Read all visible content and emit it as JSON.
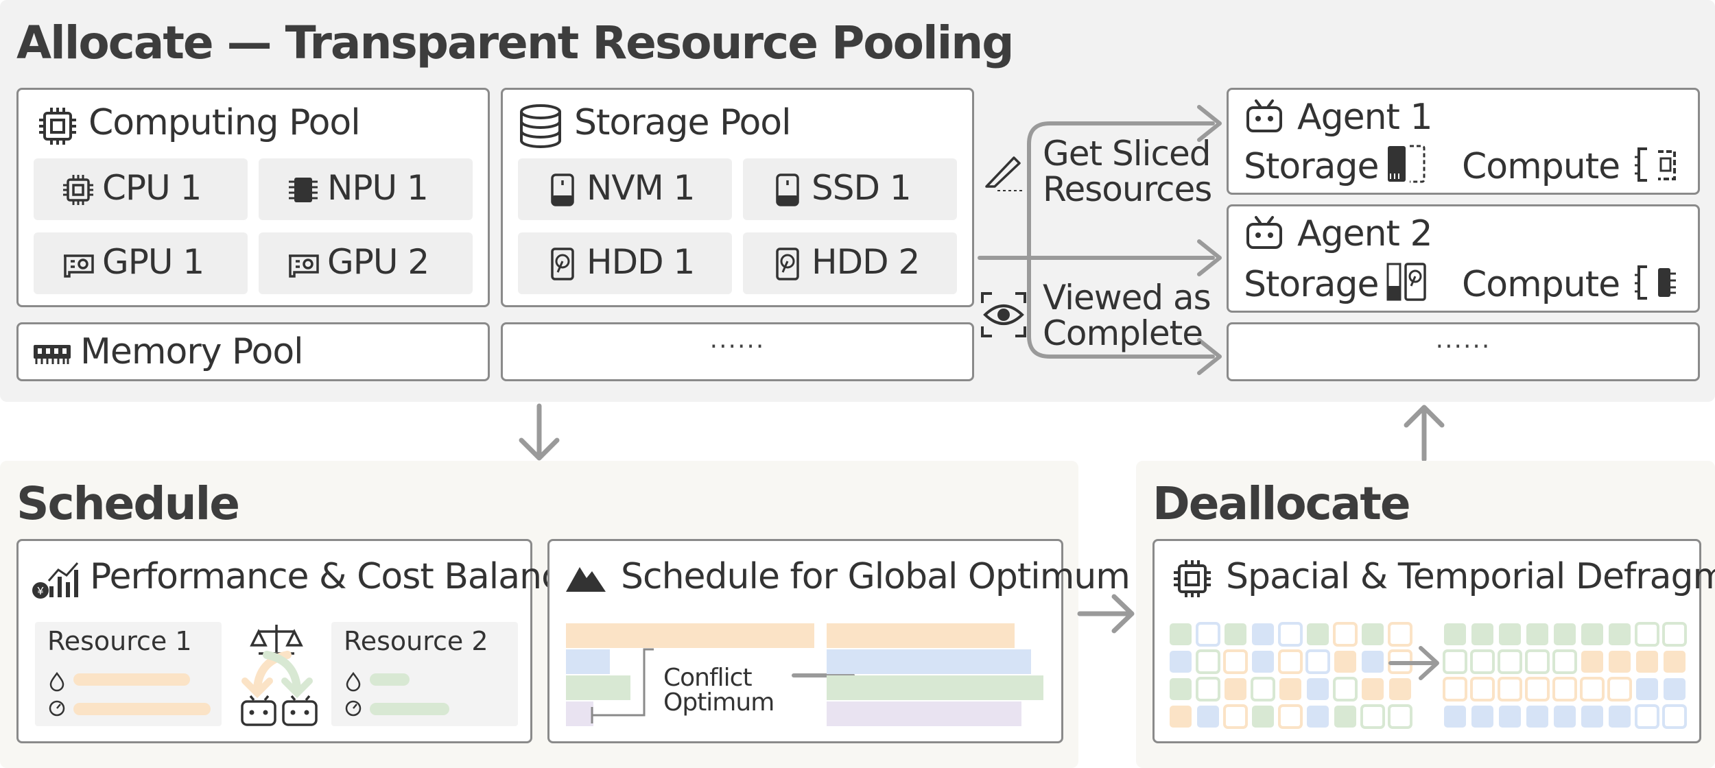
{
  "allocate": {
    "title": "Allocate — Transparent Resource Pooling",
    "computing_pool": {
      "title": "Computing Pool",
      "items": [
        {
          "label": "CPU 1",
          "icon": "cpu-icon"
        },
        {
          "label": "NPU 1",
          "icon": "chip-icon"
        },
        {
          "label": "GPU 1",
          "icon": "gpu-icon"
        },
        {
          "label": "GPU 2",
          "icon": "gpu-icon"
        }
      ]
    },
    "storage_pool": {
      "title": "Storage Pool",
      "items": [
        {
          "label": "NVM 1",
          "icon": "drive-icon"
        },
        {
          "label": "SSD 1",
          "icon": "drive-icon"
        },
        {
          "label": "HDD 1",
          "icon": "hdd-icon"
        },
        {
          "label": "HDD 2",
          "icon": "hdd-icon"
        }
      ]
    },
    "memory_pool": {
      "title": "Memory Pool"
    },
    "more": "······",
    "flow_labels": {
      "sliced_line1": "Get Sliced",
      "sliced_line2": "Resources",
      "complete_line1": "Viewed as",
      "complete_line2": "Complete"
    },
    "agents": [
      {
        "title": "Agent 1",
        "storage": "Storage",
        "compute": "Compute"
      },
      {
        "title": "Agent 2",
        "storage": "Storage",
        "compute": "Compute"
      }
    ],
    "agents_more": "······"
  },
  "schedule": {
    "title": "Schedule",
    "perf_box": {
      "title": "Performance & Cost Balance",
      "resource1": "Resource 1",
      "resource2": "Resource 2"
    },
    "global_box": {
      "title": "Schedule for Global Optimum",
      "conflict": "Conflict",
      "optimum": "Optimum"
    }
  },
  "deallocate": {
    "title": "Deallocate",
    "defrag_box": {
      "title": "Spacial & Temporial Defragment"
    }
  },
  "colors": {
    "peach": "#fbe3c6",
    "blue": "#d6e3f6",
    "green": "#d8e8d3",
    "lavender": "#e9e3f1",
    "arrow": "#9a9a9a",
    "border": "#8a8a8a"
  }
}
